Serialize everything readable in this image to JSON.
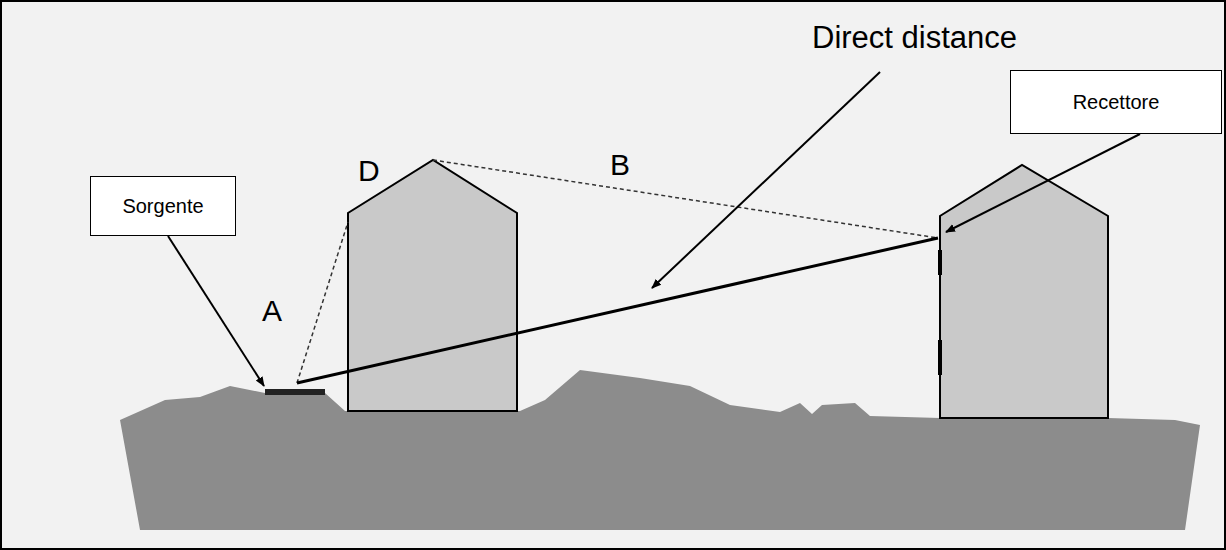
{
  "diagram": {
    "nodes": [
      {
        "text": [
          "Sorgente"
        ]
      },
      {
        "text": [
          "Recettore"
        ]
      }
    ],
    "labels": [
      "Direct distance",
      "D",
      "B",
      "A"
    ]
  }
}
